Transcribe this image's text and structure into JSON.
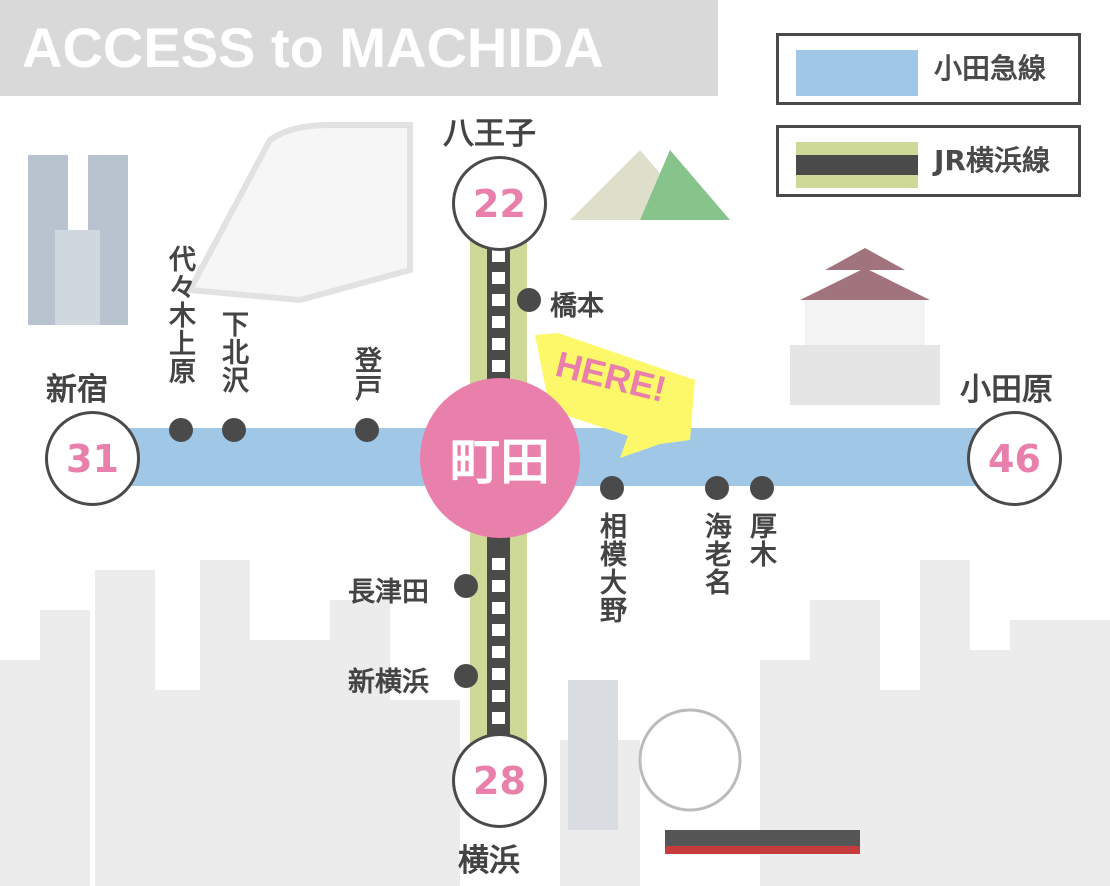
{
  "title": "ACCESS to MACHIDA",
  "legend": [
    {
      "label": "小田急線",
      "color": "#a0c8e6"
    },
    {
      "label": "JR横浜線",
      "color": "#cfd997"
    }
  ],
  "center": {
    "name": "町田",
    "callout": "HERE!"
  },
  "terminals": {
    "shinjuku": {
      "name": "新宿",
      "minutes": "31"
    },
    "hachioji": {
      "name": "八王子",
      "minutes": "22"
    },
    "odawara": {
      "name": "小田原",
      "minutes": "46"
    },
    "yokohama": {
      "name": "横浜",
      "minutes": "28"
    }
  },
  "stations": {
    "yoyogi_uehara": "代々木上原",
    "shimokitazawa": "下北沢",
    "noborito": "登戸",
    "hashimoto": "橋本",
    "sagami_ono": "相模大野",
    "ebina": "海老名",
    "atsugi": "厚木",
    "nagatsuta": "長津田",
    "shin_yokohama": "新横浜"
  },
  "colors": {
    "odakyu": "#a0c8e6",
    "jr": "#cfd997",
    "track": "#4a4a4a",
    "accent": "#e97fab",
    "callout": "#fdf86a"
  }
}
